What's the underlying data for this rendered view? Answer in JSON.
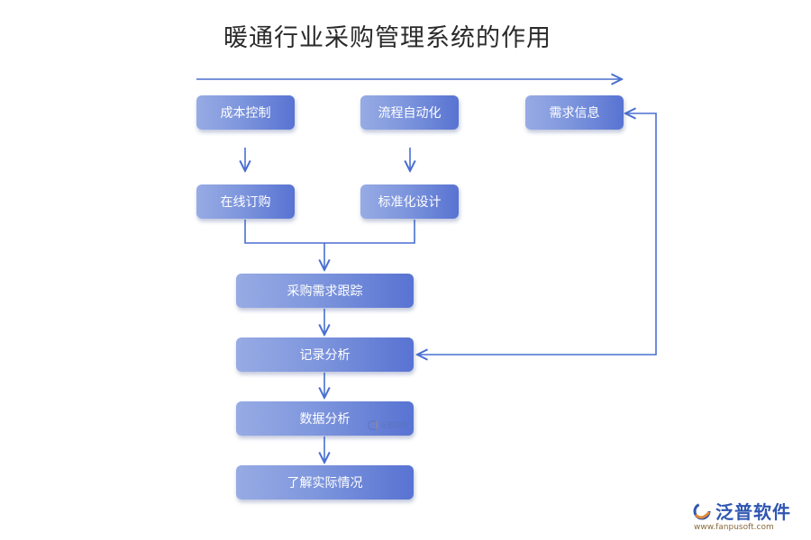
{
  "title": "暖通行业采购管理系统的作用",
  "nodes": {
    "cost_control": "成本控制",
    "process_automation": "流程自动化",
    "demand_info": "需求信息",
    "online_ordering": "在线订购",
    "standardized_design": "标准化设计",
    "purchase_tracking": "采购需求跟踪",
    "record_analysis": "记录分析",
    "data_analysis": "数据分析",
    "understand_situation": "了解实际情况"
  },
  "watermark": "泛普软件",
  "brand": {
    "name": "泛普软件",
    "url": "www.fanpusoft.com"
  },
  "colors": {
    "node_gradient_start": "#97abe4",
    "node_gradient_end": "#5873d2",
    "connector": "#4a6fd0"
  },
  "icons": {
    "brand_logo": "fanpu-logo-icon"
  }
}
